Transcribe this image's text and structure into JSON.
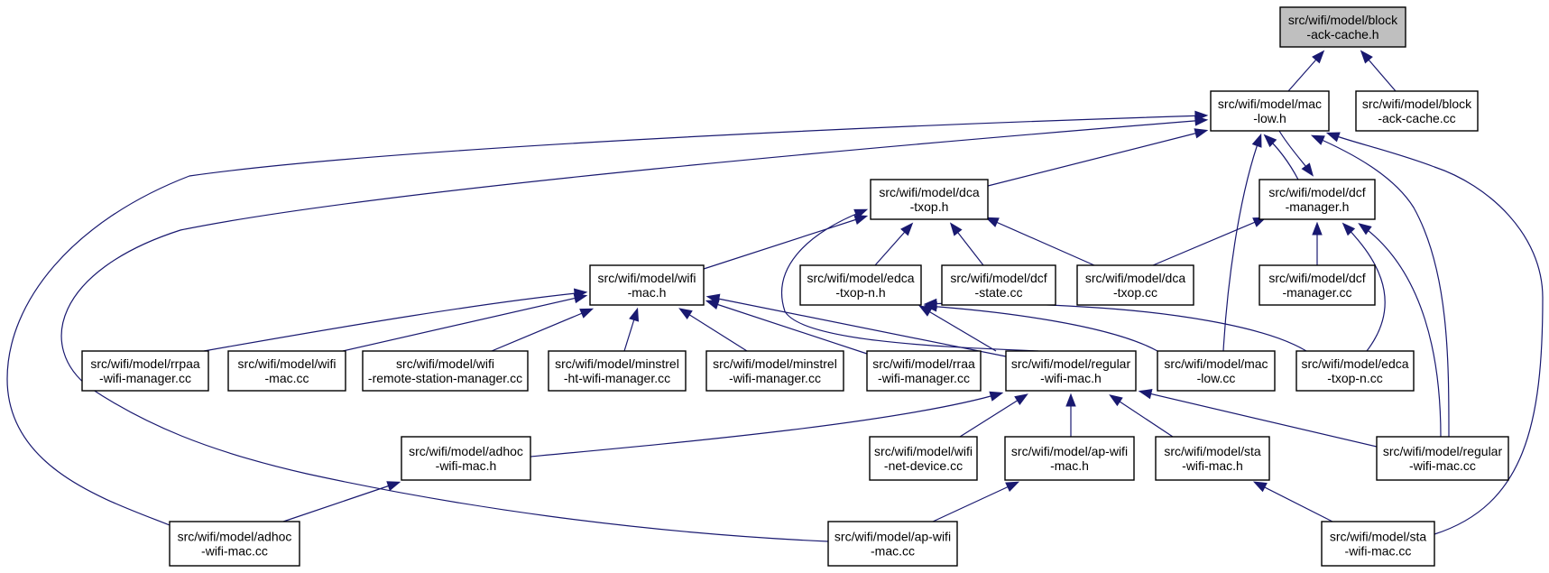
{
  "graph": {
    "nodes": [
      {
        "id": "block-ack-cache-h",
        "lines": [
          "src/wifi/model/block",
          "-ack-cache.h"
        ],
        "root": true
      },
      {
        "id": "mac-low-h",
        "lines": [
          "src/wifi/model/mac",
          "-low.h"
        ]
      },
      {
        "id": "block-ack-cache-cc",
        "lines": [
          "src/wifi/model/block",
          "-ack-cache.cc"
        ]
      },
      {
        "id": "dca-txop-h",
        "lines": [
          "src/wifi/model/dca",
          "-txop.h"
        ]
      },
      {
        "id": "dcf-manager-h",
        "lines": [
          "src/wifi/model/dcf",
          "-manager.h"
        ]
      },
      {
        "id": "wifi-mac-h",
        "lines": [
          "src/wifi/model/wifi",
          "-mac.h"
        ]
      },
      {
        "id": "edca-txop-n-h",
        "lines": [
          "src/wifi/model/edca",
          "-txop-n.h"
        ]
      },
      {
        "id": "dcf-state-cc",
        "lines": [
          "src/wifi/model/dcf",
          "-state.cc"
        ]
      },
      {
        "id": "dca-txop-cc",
        "lines": [
          "src/wifi/model/dca",
          "-txop.cc"
        ]
      },
      {
        "id": "dcf-manager-cc",
        "lines": [
          "src/wifi/model/dcf",
          "-manager.cc"
        ]
      },
      {
        "id": "rrpaa-wifi-manager-cc",
        "lines": [
          "src/wifi/model/rrpaa",
          "-wifi-manager.cc"
        ]
      },
      {
        "id": "wifi-mac-cc",
        "lines": [
          "src/wifi/model/wifi",
          "-mac.cc"
        ]
      },
      {
        "id": "wifi-remote-station-manager-cc",
        "lines": [
          "src/wifi/model/wifi",
          "-remote-station-manager.cc"
        ]
      },
      {
        "id": "minstrel-ht-wifi-manager-cc",
        "lines": [
          "src/wifi/model/minstrel",
          "-ht-wifi-manager.cc"
        ]
      },
      {
        "id": "minstrel-wifi-manager-cc",
        "lines": [
          "src/wifi/model/minstrel",
          "-wifi-manager.cc"
        ]
      },
      {
        "id": "rraa-wifi-manager-cc",
        "lines": [
          "src/wifi/model/rraa",
          "-wifi-manager.cc"
        ]
      },
      {
        "id": "regular-wifi-mac-h",
        "lines": [
          "src/wifi/model/regular",
          "-wifi-mac.h"
        ]
      },
      {
        "id": "mac-low-cc",
        "lines": [
          "src/wifi/model/mac",
          "-low.cc"
        ]
      },
      {
        "id": "edca-txop-n-cc",
        "lines": [
          "src/wifi/model/edca",
          "-txop-n.cc"
        ]
      },
      {
        "id": "adhoc-wifi-mac-h",
        "lines": [
          "src/wifi/model/adhoc",
          "-wifi-mac.h"
        ]
      },
      {
        "id": "wifi-net-device-cc",
        "lines": [
          "src/wifi/model/wifi",
          "-net-device.cc"
        ]
      },
      {
        "id": "ap-wifi-mac-h",
        "lines": [
          "src/wifi/model/ap-wifi",
          "-mac.h"
        ]
      },
      {
        "id": "sta-wifi-mac-h",
        "lines": [
          "src/wifi/model/sta",
          "-wifi-mac.h"
        ]
      },
      {
        "id": "regular-wifi-mac-cc",
        "lines": [
          "src/wifi/model/regular",
          "-wifi-mac.cc"
        ]
      },
      {
        "id": "adhoc-wifi-mac-cc",
        "lines": [
          "src/wifi/model/adhoc",
          "-wifi-mac.cc"
        ]
      },
      {
        "id": "ap-wifi-mac-cc",
        "lines": [
          "src/wifi/model/ap-wifi",
          "-mac.cc"
        ]
      },
      {
        "id": "sta-wifi-mac-cc",
        "lines": [
          "src/wifi/model/sta",
          "-wifi-mac.cc"
        ]
      }
    ],
    "edges": [
      {
        "from": "mac-low-h",
        "to": "block-ack-cache-h"
      },
      {
        "from": "block-ack-cache-cc",
        "to": "block-ack-cache-h"
      },
      {
        "from": "dca-txop-h",
        "to": "mac-low-h"
      },
      {
        "from": "dcf-manager-h",
        "to": "mac-low-h"
      },
      {
        "from": "mac-low-h",
        "to": "dcf-manager-h"
      },
      {
        "from": "mac-low-cc",
        "to": "mac-low-h"
      },
      {
        "from": "regular-wifi-mac-cc",
        "to": "mac-low-h"
      },
      {
        "from": "sta-wifi-mac-cc",
        "to": "mac-low-h"
      },
      {
        "from": "adhoc-wifi-mac-cc",
        "to": "mac-low-h"
      },
      {
        "from": "ap-wifi-mac-cc",
        "to": "mac-low-h"
      },
      {
        "from": "wifi-mac-h",
        "to": "dca-txop-h"
      },
      {
        "from": "edca-txop-n-h",
        "to": "dca-txop-h"
      },
      {
        "from": "dcf-state-cc",
        "to": "dca-txop-h"
      },
      {
        "from": "dca-txop-cc",
        "to": "dca-txop-h"
      },
      {
        "from": "regular-wifi-mac-h",
        "to": "dca-txop-h"
      },
      {
        "from": "dca-txop-cc",
        "to": "dcf-manager-h"
      },
      {
        "from": "dcf-manager-cc",
        "to": "dcf-manager-h"
      },
      {
        "from": "edca-txop-n-cc",
        "to": "dcf-manager-h"
      },
      {
        "from": "regular-wifi-mac-cc",
        "to": "dcf-manager-h"
      },
      {
        "from": "rrpaa-wifi-manager-cc",
        "to": "wifi-mac-h"
      },
      {
        "from": "wifi-mac-cc",
        "to": "wifi-mac-h"
      },
      {
        "from": "wifi-remote-station-manager-cc",
        "to": "wifi-mac-h"
      },
      {
        "from": "minstrel-ht-wifi-manager-cc",
        "to": "wifi-mac-h"
      },
      {
        "from": "minstrel-wifi-manager-cc",
        "to": "wifi-mac-h"
      },
      {
        "from": "rraa-wifi-manager-cc",
        "to": "wifi-mac-h"
      },
      {
        "from": "regular-wifi-mac-h",
        "to": "wifi-mac-h"
      },
      {
        "from": "regular-wifi-mac-h",
        "to": "edca-txop-n-h"
      },
      {
        "from": "mac-low-cc",
        "to": "edca-txop-n-h"
      },
      {
        "from": "edca-txop-n-cc",
        "to": "edca-txop-n-h"
      },
      {
        "from": "adhoc-wifi-mac-h",
        "to": "regular-wifi-mac-h"
      },
      {
        "from": "wifi-net-device-cc",
        "to": "regular-wifi-mac-h"
      },
      {
        "from": "ap-wifi-mac-h",
        "to": "regular-wifi-mac-h"
      },
      {
        "from": "sta-wifi-mac-h",
        "to": "regular-wifi-mac-h"
      },
      {
        "from": "regular-wifi-mac-cc",
        "to": "regular-wifi-mac-h"
      },
      {
        "from": "adhoc-wifi-mac-cc",
        "to": "adhoc-wifi-mac-h"
      },
      {
        "from": "ap-wifi-mac-cc",
        "to": "ap-wifi-mac-h"
      },
      {
        "from": "sta-wifi-mac-cc",
        "to": "sta-wifi-mac-h"
      }
    ]
  }
}
